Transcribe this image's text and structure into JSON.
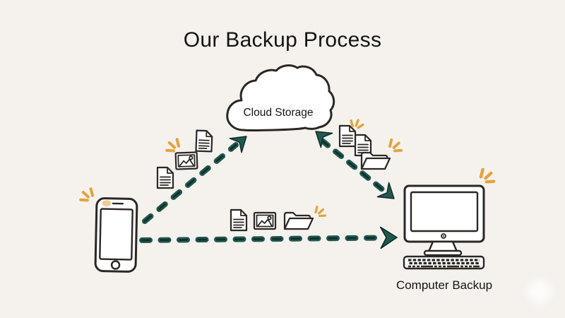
{
  "page": {
    "title": "Our Backup Process",
    "background": "#f5f2ee"
  },
  "colors": {
    "ink": "#2a2724",
    "title_ink": "#141414",
    "paper": "#ffffff",
    "arrow": "#20594f",
    "arrow_core": "#0f2a27",
    "sparkle": "#e2a43e"
  },
  "nodes": {
    "cloud": {
      "label": "Cloud Storage"
    },
    "computer": {
      "label": "Computer Backup"
    }
  },
  "flows": {
    "phone_to_cloud": {
      "direction": "one-way",
      "style": "dashed",
      "icons": [
        "document-icon",
        "photo-icon",
        "document-icon"
      ]
    },
    "cloud_computer_sync": {
      "direction": "two-way",
      "style": "dashed",
      "icons": [
        "document-icon",
        "document-icon",
        "folder-icon"
      ]
    },
    "phone_to_computer": {
      "direction": "one-way",
      "style": "dashed",
      "icons": [
        "document-icon",
        "photo-icon",
        "folder-icon"
      ]
    }
  }
}
